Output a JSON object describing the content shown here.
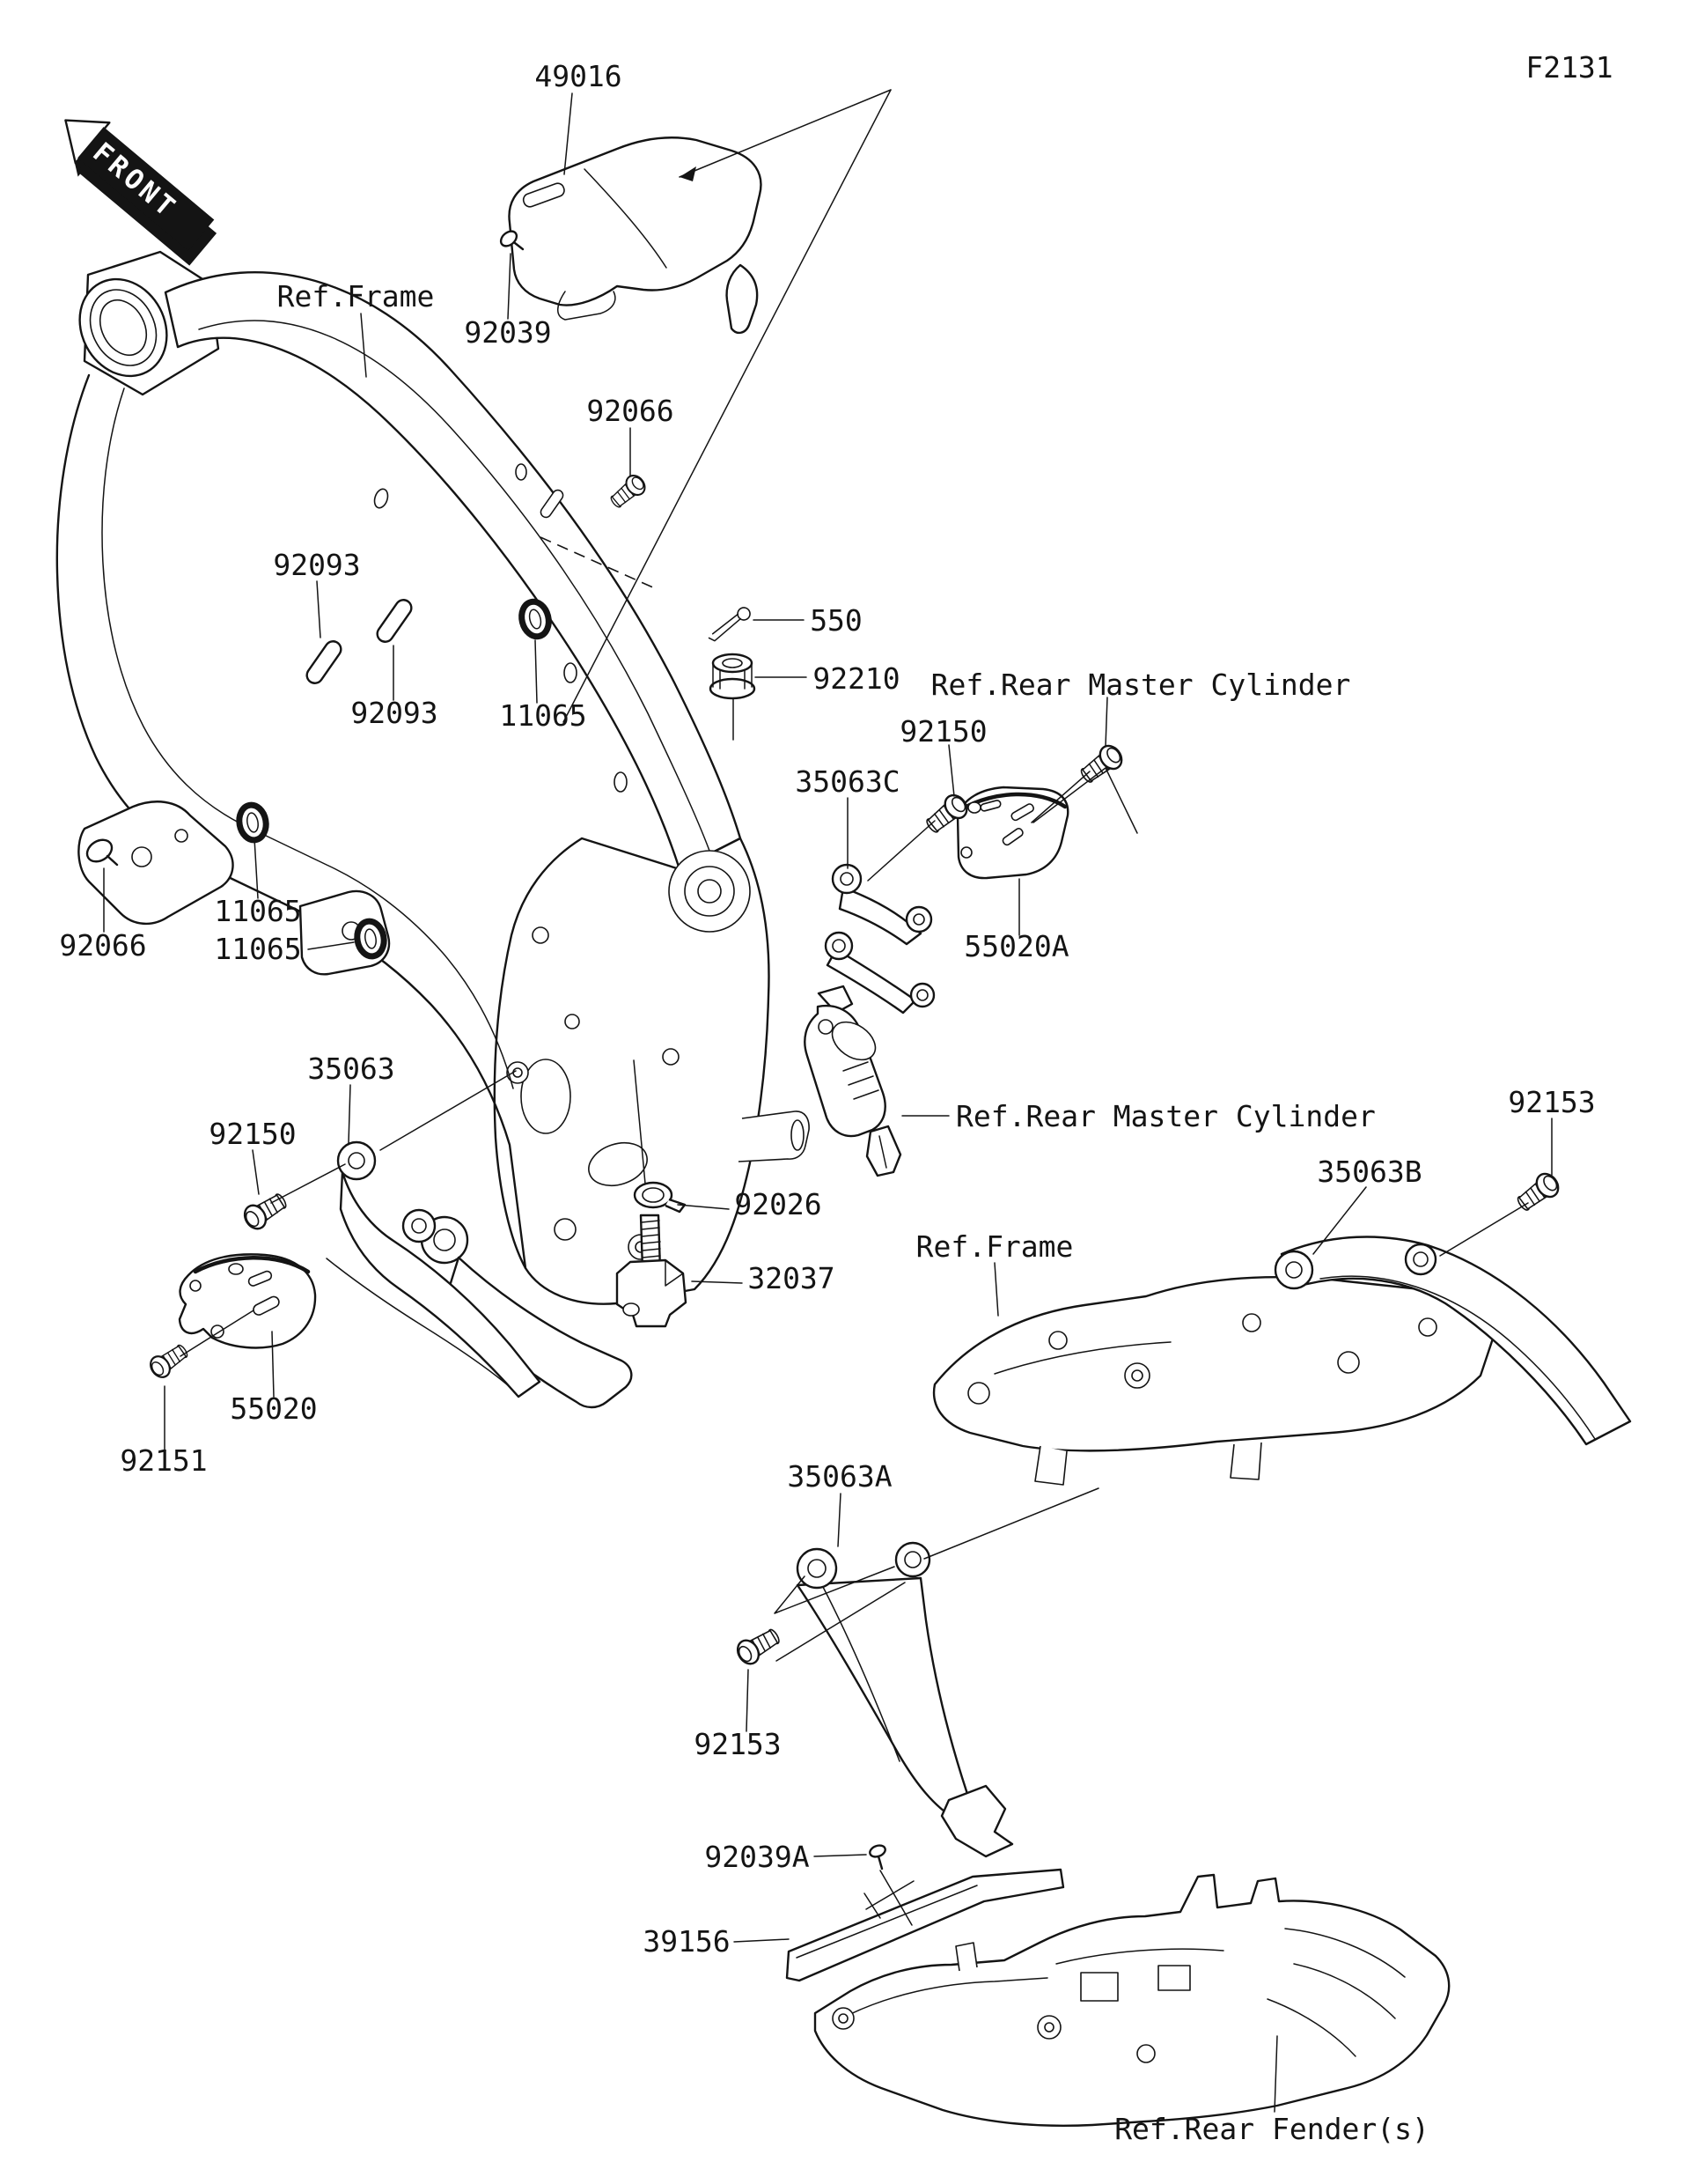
{
  "page": {
    "background": "#ffffff",
    "line_color": "#141414",
    "figure_code": "F2131",
    "description": "Motorcycle frame fittings exploded parts diagram"
  },
  "labels": {
    "code": "F2131",
    "front": "FRONT",
    "l49016": "49016",
    "l92039": "92039",
    "refFrame1": "Ref.Frame",
    "l92066a": "92066",
    "l92093a": "92093",
    "l92093b": "92093",
    "l11065a": "11065",
    "l550": "550",
    "l92210": "92210",
    "refRmc1": "Ref.Rear Master Cylinder",
    "l92150a": "92150",
    "l35063c": "35063C",
    "l55020a": "55020A",
    "l92066b": "92066",
    "l11065b": "11065",
    "l11065c": "11065",
    "l35063": "35063",
    "l92150b": "92150",
    "refRmc2": "Ref.Rear Master Cylinder",
    "l92153a": "92153",
    "l35063b": "35063B",
    "refFrame2": "Ref.Frame",
    "l92026": "92026",
    "l32037": "32037",
    "l55020": "55020",
    "l92151": "92151",
    "l35063a": "35063A",
    "l92153b": "92153",
    "l92039a": "92039A",
    "l39156": "39156",
    "refFender": "Ref.Rear Fender(s)"
  }
}
